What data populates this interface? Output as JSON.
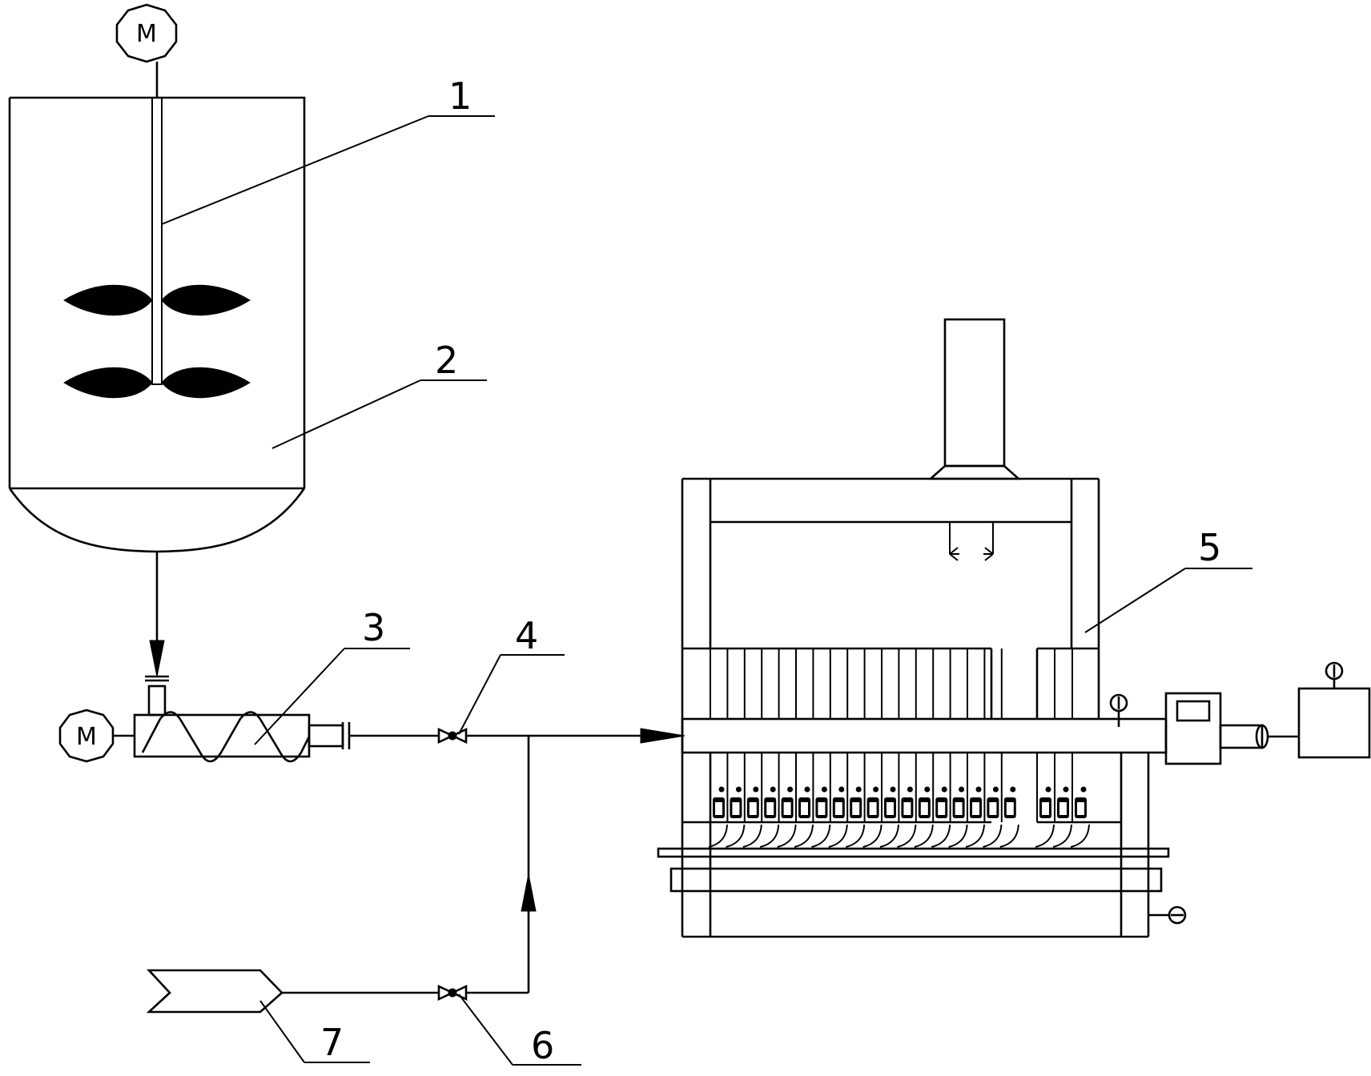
{
  "motor_symbol": "M",
  "labels": {
    "l1": "1",
    "l2": "2",
    "l3": "3",
    "l4": "4",
    "l5": "5",
    "l6": "6",
    "l7": "7"
  }
}
